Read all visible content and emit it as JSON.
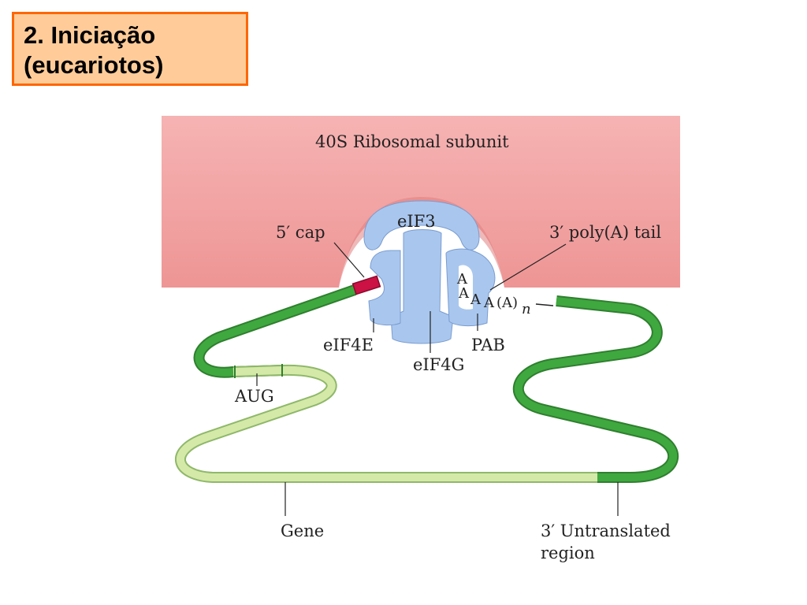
{
  "slide": {
    "title_line1": "2. Iniciação",
    "title_line2": "(eucariotos)"
  },
  "diagram": {
    "ribosome_label": "40S Ribosomal subunit",
    "eif3": "eIF3",
    "cap_label": "5′ cap",
    "polya_label": "3′ poly(A) tail",
    "eif4e": "eIF4E",
    "eif4g": "eIF4G",
    "pab": "PAB",
    "aug": "AUG",
    "gene": "Gene",
    "utr_line1": "3′ Untranslated",
    "utr_line2": "region",
    "polya": {
      "a1": "A",
      "a2": "A",
      "a3": "A",
      "a4": "A",
      "tail": "(A)",
      "n": "n"
    }
  },
  "colors": {
    "ribosome": "#f3a2a2",
    "ribosome_shadow": "#e58686",
    "factor": "#a9c7ee",
    "factor_stroke": "#6f93c6",
    "mrna_dark": "#3a9a3a",
    "mrna_light": "#d4e9a8",
    "cap": "#cc1144",
    "title_bg": "#ffcc99",
    "title_border": "#ff6600"
  }
}
